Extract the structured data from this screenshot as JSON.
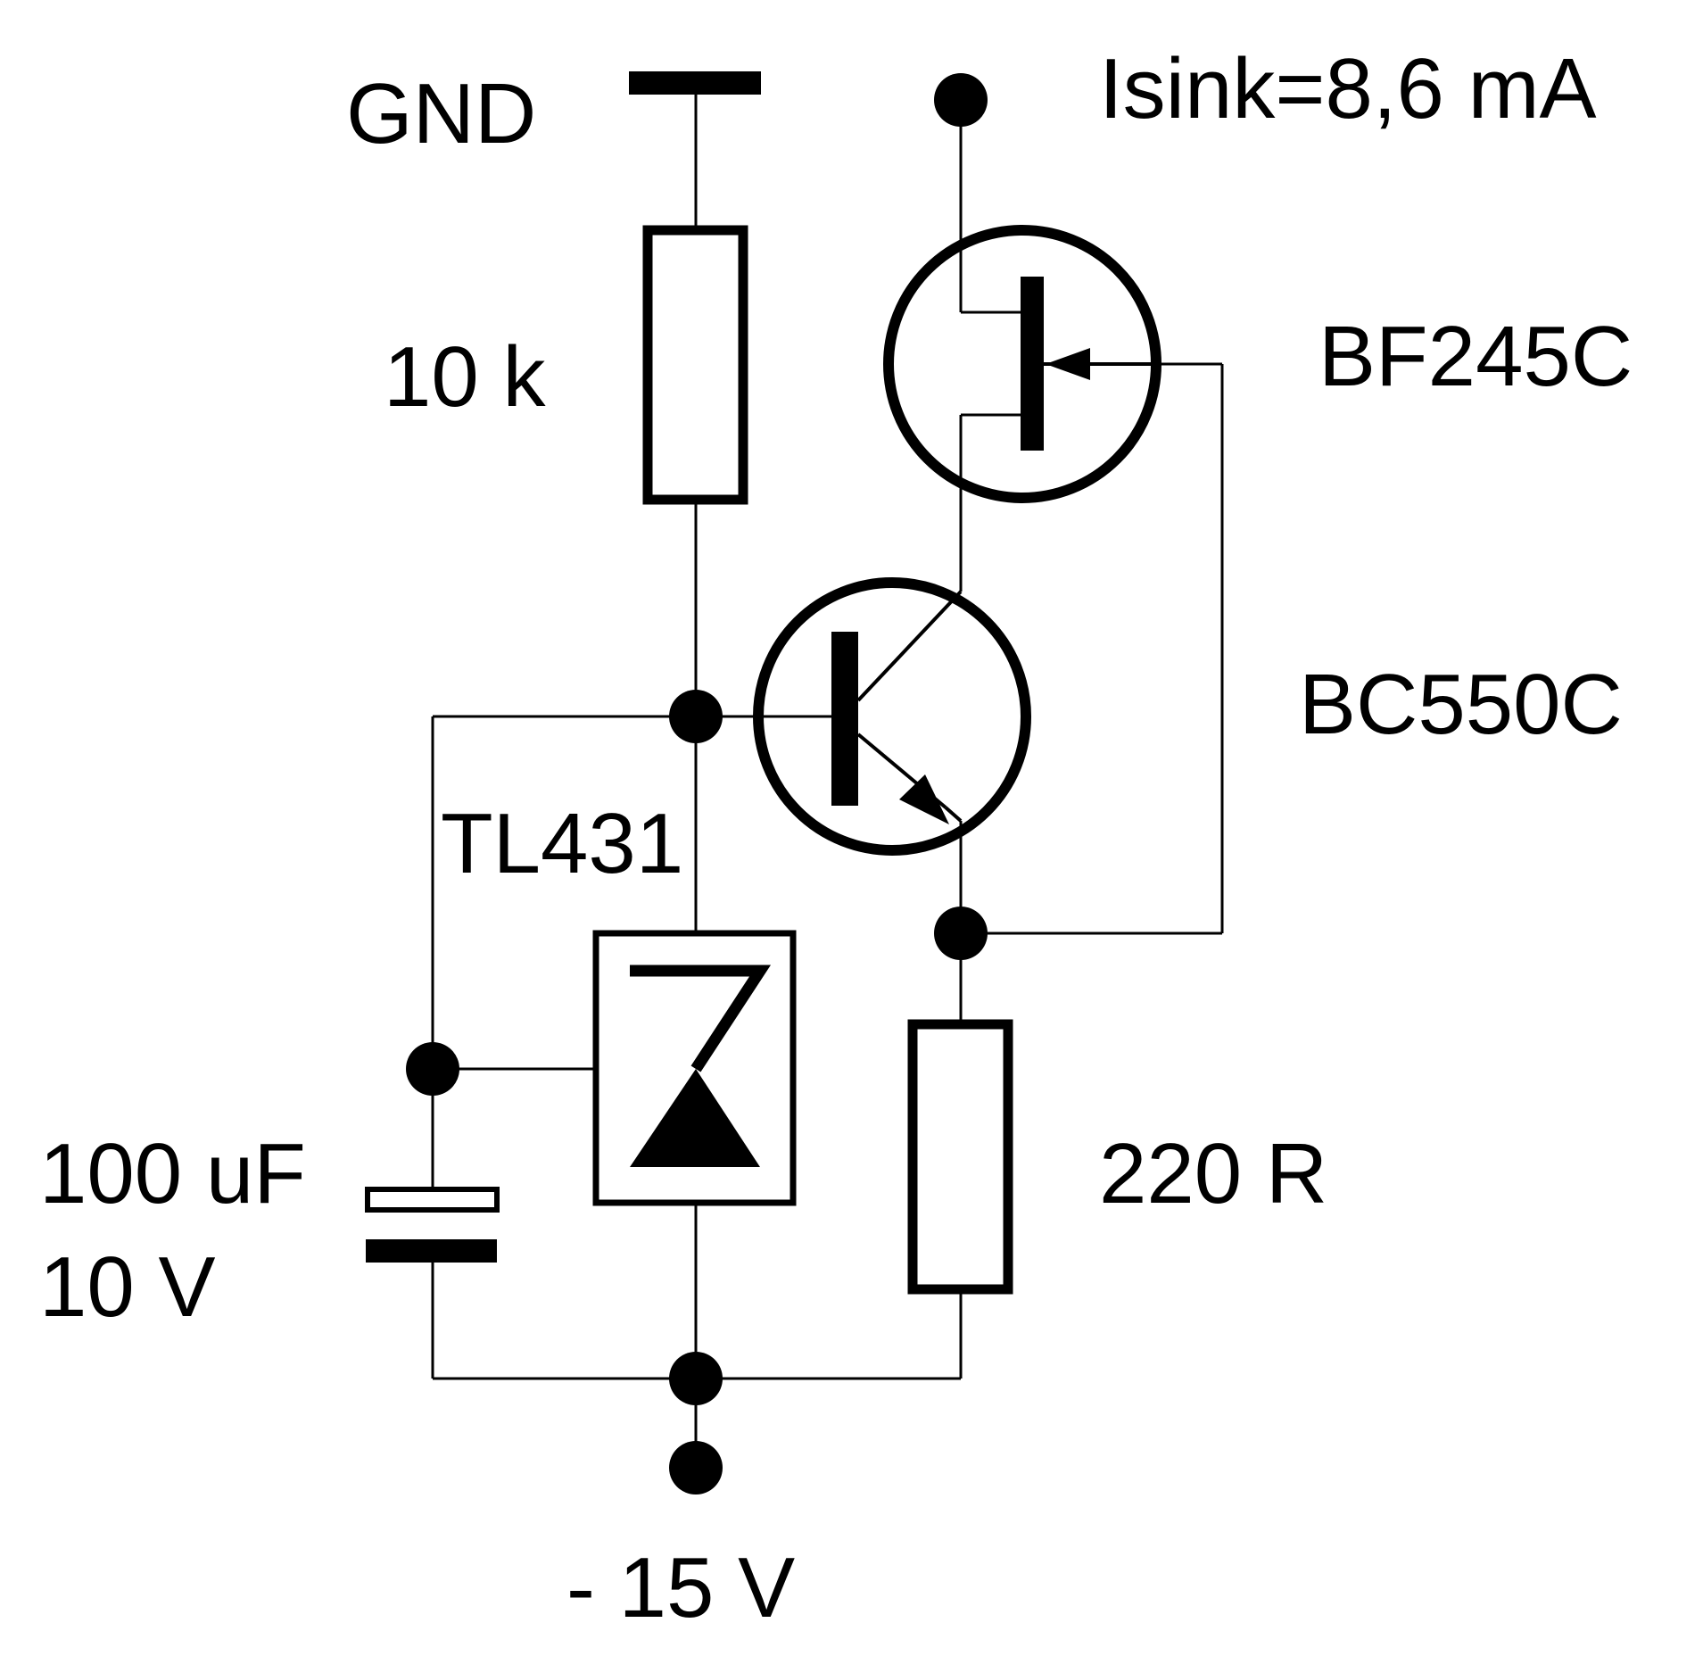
{
  "labels": {
    "gnd": "GND",
    "isink": "Isink=8,6 mA",
    "r1": "10 k",
    "jfet": "BF245C",
    "bjt": "BC550C",
    "regulator": "TL431",
    "cap_value": "100 uF",
    "cap_voltage": "10 V",
    "r2": "220 R",
    "supply": "- 15 V"
  },
  "colors": {
    "ink": "#000000",
    "paper": "#ffffff"
  }
}
